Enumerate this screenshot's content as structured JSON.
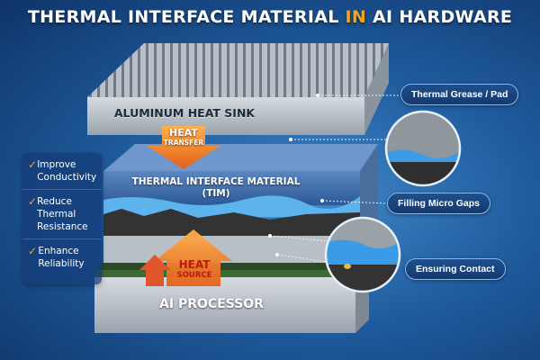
{
  "title": {
    "part1": "THERMAL INTERFACE MATERIAL ",
    "highlight": "IN",
    "part2": " AI HARDWARE"
  },
  "layers": {
    "heat_sink": "ALUMINUM HEAT SINK",
    "tim_line1": "THERMAL INTERFACE MATERIAL",
    "tim_line2": "(TIM)",
    "processor": "AI PROCESSOR"
  },
  "arrows": {
    "heat_transfer_1": "HEAT",
    "heat_transfer_2": "TRANSFER",
    "heat_source_1": "HEAT",
    "heat_source_2": "SOURCE"
  },
  "benefits": [
    {
      "icon": "check-icon",
      "label": "Improve Conductivity"
    },
    {
      "icon": "check-icon",
      "label": "Reduce Thermal Resistance"
    },
    {
      "icon": "check-icon",
      "label": "Enhance Reliability"
    }
  ],
  "callouts": [
    {
      "label": "Thermal Grease / Pad"
    },
    {
      "label": "Filling Micro Gaps"
    },
    {
      "label": "Ensuring Contact"
    }
  ],
  "colors": {
    "accent": "#f7a21b",
    "arrow": "#f07a22",
    "tim_blue": "#3a9be0",
    "background": "#1f5c9e"
  }
}
